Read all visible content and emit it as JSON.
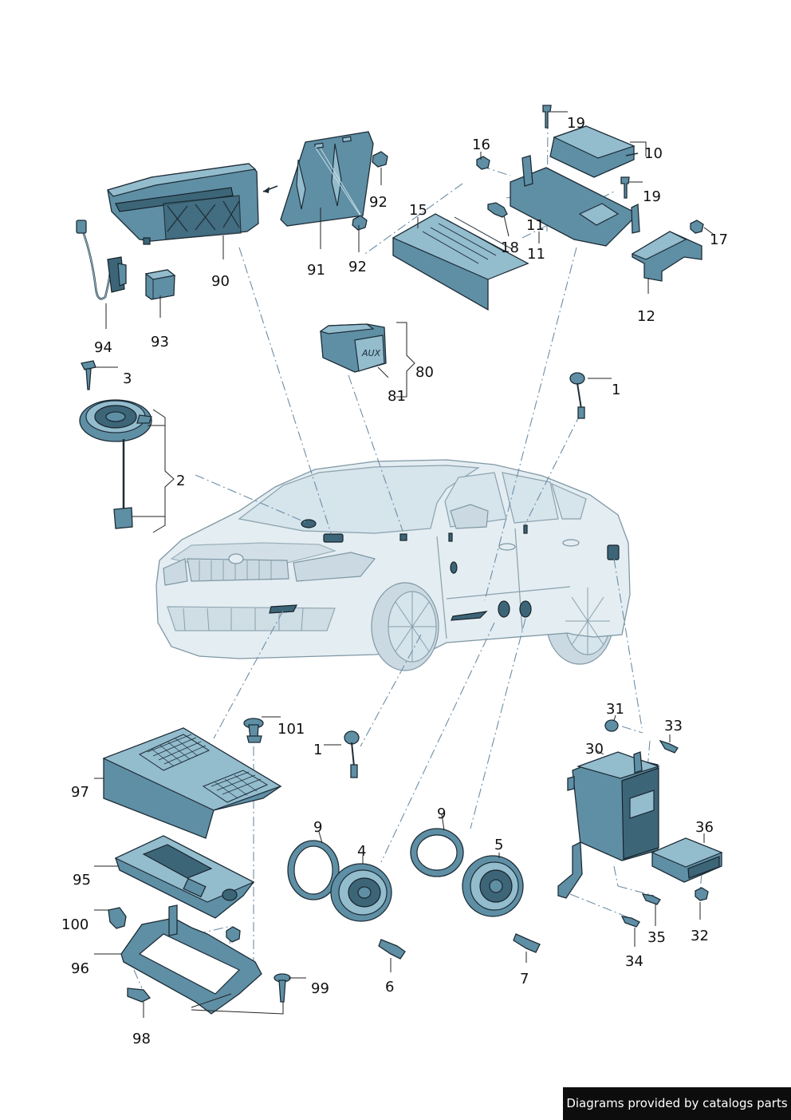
{
  "callouts": {
    "c1a": "1",
    "c1b": "1",
    "c2": "2",
    "c3": "3",
    "c4": "4",
    "c5": "5",
    "c6": "6",
    "c7": "7",
    "c9a": "9",
    "c9b": "9",
    "c10": "10",
    "c11a": "11",
    "c11b": "11",
    "c12": "12",
    "c15": "15",
    "c16": "16",
    "c17": "17",
    "c18": "18",
    "c19a": "19",
    "c19b": "19",
    "c30": "30",
    "c31": "31",
    "c32": "32",
    "c33": "33",
    "c34": "34",
    "c35": "35",
    "c36": "36",
    "c80": "80",
    "c81": "81",
    "c90": "90",
    "c91": "91",
    "c92a": "92",
    "c92b": "92",
    "c93": "93",
    "c94": "94",
    "c95": "95",
    "c96": "96",
    "c97": "97",
    "c98": "98",
    "c99": "99",
    "c100": "100",
    "c101": "101"
  },
  "aux_label": "AUX",
  "credit": "Diagrams provided by catalogs parts"
}
